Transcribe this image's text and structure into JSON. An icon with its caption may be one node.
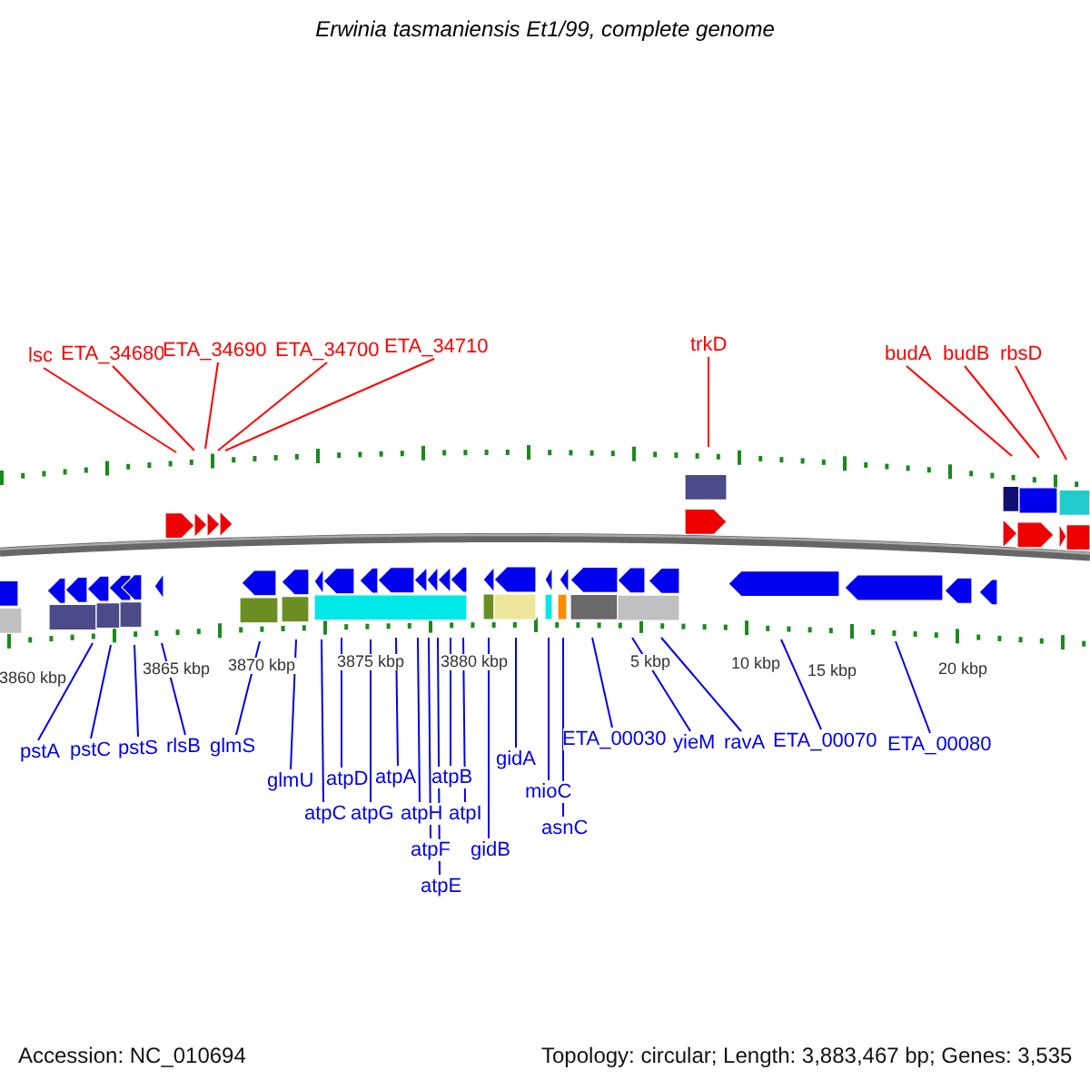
{
  "diagram": {
    "title": "Erwinia tasmaniensis Et1/99, complete genome",
    "nodes": [
      {
        "text": [
          "lsc"
        ]
      },
      {
        "text": [
          "ETA_34680"
        ]
      },
      {
        "text": [
          "ETA_34690"
        ]
      },
      {
        "text": [
          "ETA_34700"
        ]
      },
      {
        "text": [
          "ETA_34710"
        ]
      },
      {
        "text": [
          "trkD"
        ]
      },
      {
        "text": [
          "budA"
        ]
      },
      {
        "text": [
          "budB"
        ]
      },
      {
        "text": [
          "rbsD"
        ]
      },
      {
        "text": [
          "pstA"
        ]
      },
      {
        "text": [
          "pstC"
        ]
      },
      {
        "text": [
          "pstS"
        ]
      },
      {
        "text": [
          "rlsB"
        ]
      },
      {
        "text": [
          "glmS"
        ]
      },
      {
        "text": [
          "glmU"
        ]
      },
      {
        "text": [
          "atpD"
        ]
      },
      {
        "text": [
          "atpC"
        ]
      },
      {
        "text": [
          "atpA"
        ]
      },
      {
        "text": [
          "atpG"
        ]
      },
      {
        "text": [
          "atpH"
        ]
      },
      {
        "text": [
          "atpB"
        ]
      },
      {
        "text": [
          "atpI"
        ]
      },
      {
        "text": [
          "atpF"
        ]
      },
      {
        "text": [
          "atpE"
        ]
      },
      {
        "text": [
          "gidB"
        ]
      },
      {
        "text": [
          "gidA"
        ]
      },
      {
        "text": [
          "mioC"
        ]
      },
      {
        "text": [
          "asnC"
        ]
      },
      {
        "text": [
          "ETA_00030"
        ]
      },
      {
        "text": [
          "yieM"
        ]
      },
      {
        "text": [
          "ravA"
        ]
      },
      {
        "text": [
          "ETA_00070"
        ]
      },
      {
        "text": [
          "ETA_00080"
        ]
      }
    ],
    "edges": [
      {
        "from": 0,
        "to": null,
        "arrow": "none",
        "color": "#ff0000"
      },
      {
        "from": 1,
        "to": null,
        "arrow": "none",
        "color": "#ff0000"
      },
      {
        "from": 2,
        "to": null,
        "arrow": "none",
        "color": "#ff0000"
      },
      {
        "from": 3,
        "to": null,
        "arrow": "none",
        "color": "#ff0000"
      },
      {
        "from": 4,
        "to": null,
        "arrow": "none",
        "color": "#ff0000"
      },
      {
        "from": 5,
        "to": null,
        "arrow": "none",
        "color": "#ff0000"
      },
      {
        "from": 6,
        "to": null,
        "arrow": "none",
        "color": "#ff0000"
      },
      {
        "from": 7,
        "to": null,
        "arrow": "none",
        "color": "#ff0000"
      },
      {
        "from": 8,
        "to": null,
        "arrow": "none",
        "color": "#ff0000"
      },
      {
        "from": 9,
        "to": null,
        "arrow": "none"
      },
      {
        "from": 10,
        "to": null,
        "arrow": "none"
      },
      {
        "from": 11,
        "to": null,
        "arrow": "none"
      },
      {
        "from": 12,
        "to": null,
        "arrow": "none"
      },
      {
        "from": 13,
        "to": null,
        "arrow": "none"
      },
      {
        "from": 14,
        "to": null,
        "arrow": "none"
      },
      {
        "from": 15,
        "to": null,
        "arrow": "none"
      },
      {
        "from": 16,
        "to": null,
        "arrow": "none"
      },
      {
        "from": 17,
        "to": null,
        "arrow": "none"
      },
      {
        "from": 18,
        "to": null,
        "arrow": "none"
      },
      {
        "from": 19,
        "to": null,
        "arrow": "none"
      },
      {
        "from": 20,
        "to": null,
        "arrow": "none"
      },
      {
        "from": 21,
        "to": null,
        "arrow": "none"
      },
      {
        "from": 22,
        "to": null,
        "arrow": "none"
      },
      {
        "from": 23,
        "to": null,
        "arrow": "none"
      },
      {
        "from": 24,
        "to": null,
        "arrow": "none"
      },
      {
        "from": 25,
        "to": null,
        "arrow": "none"
      },
      {
        "from": 26,
        "to": null,
        "arrow": "none"
      },
      {
        "from": 27,
        "to": null,
        "arrow": "none"
      },
      {
        "from": 28,
        "to": null,
        "arrow": "none"
      },
      {
        "from": 29,
        "to": null,
        "arrow": "none"
      },
      {
        "from": 30,
        "to": null,
        "arrow": "none"
      },
      {
        "from": 31,
        "to": null,
        "arrow": "none"
      },
      {
        "from": 32,
        "to": null,
        "arrow": "none"
      }
    ],
    "labels": [
      "3860 kbp",
      "3865 kbp",
      "3870 kbp",
      "3875 kbp",
      "3880 kbp",
      "5 kbp",
      "10 kbp",
      "15 kbp",
      "20 kbp",
      "Accession: NC_010694",
      "Topology: circular; Length: 3,883,467 bp; Genes: 3,535"
    ]
  }
}
